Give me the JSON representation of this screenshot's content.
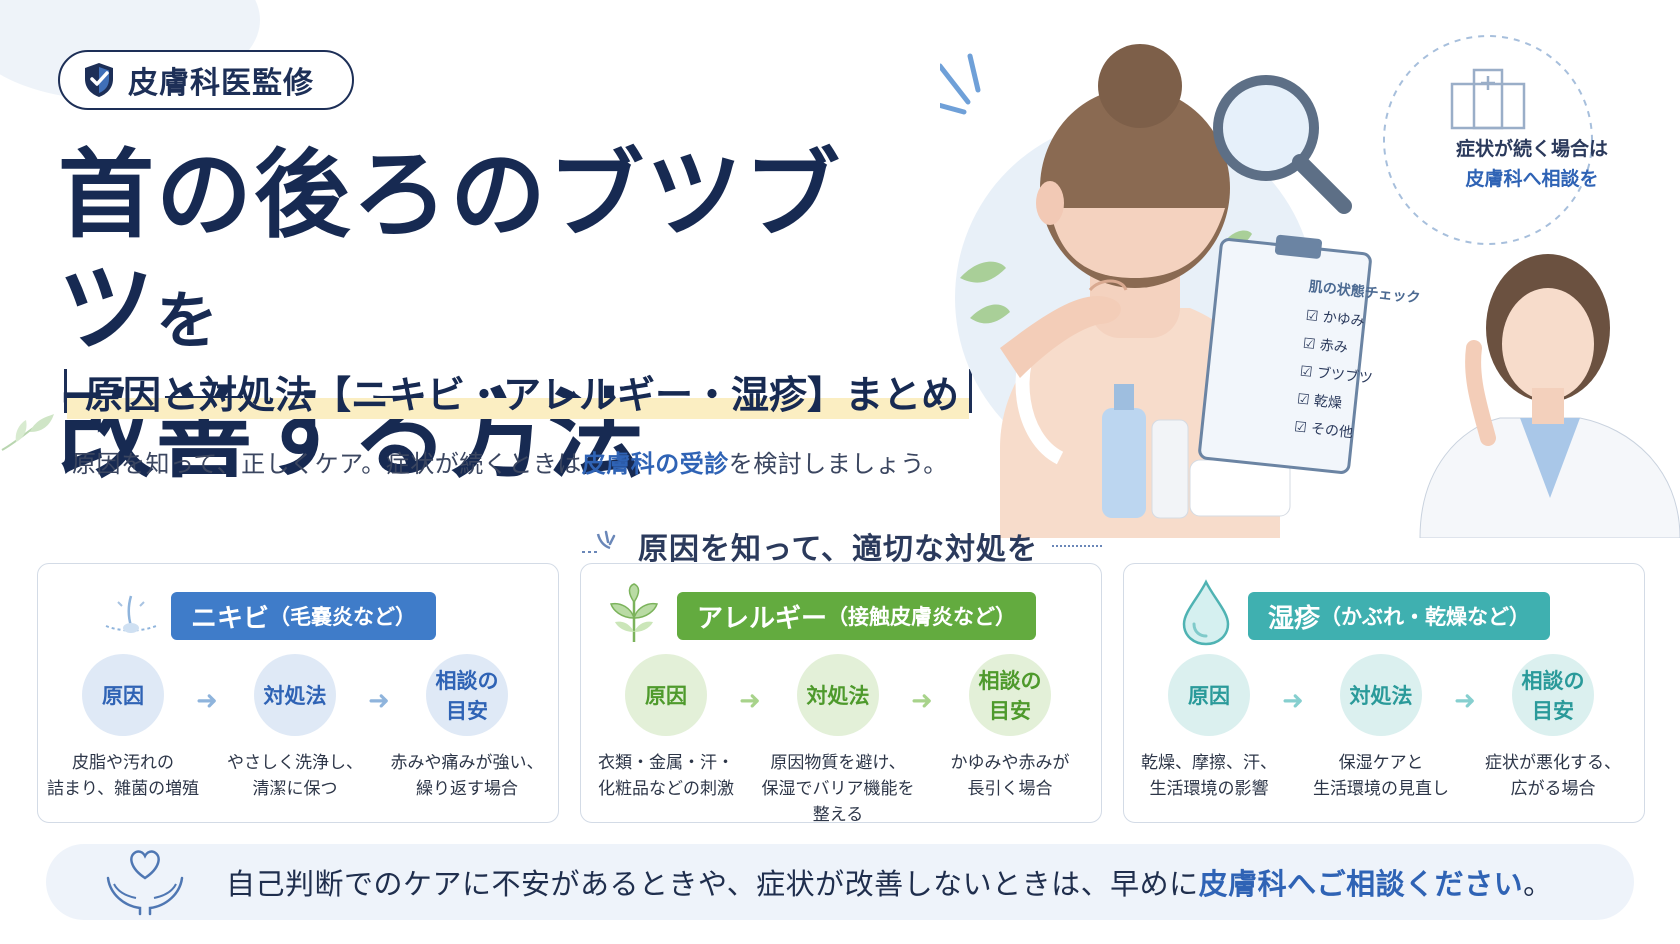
{
  "badge": {
    "label": "皮膚科医監修",
    "icon": "shield-check-icon"
  },
  "title": {
    "line1_main": "首の後ろのブツブツ",
    "line1_tail": "を",
    "line2": "改善する方法"
  },
  "subtitle": "原因と対処法【ニキビ・アレルギー・湿疹】まとめ",
  "lead": {
    "before": "原因を知って、正しくケア。症状が続くときは",
    "highlight": "皮膚科の受診",
    "after": "を検討しましょう。"
  },
  "illustration": {
    "consult_note": {
      "line1": "症状が続く場合は",
      "line2": "皮膚科へ相談を"
    },
    "checklist": {
      "title": "肌の状態チェック",
      "items": [
        "かゆみ",
        "赤み",
        "ブツブツ",
        "乾燥",
        "その他"
      ]
    }
  },
  "section_heading": "原因を知って、適切な対処を",
  "cards": [
    {
      "tag_main": "ニキビ",
      "tag_sub": "（毛嚢炎など）",
      "color": "#3f7cc9",
      "icon": "hair-follicle-icon",
      "steps": [
        {
          "label": "原因",
          "desc1": "皮脂や汚れの",
          "desc2": "詰まり、雑菌の増殖",
          "desc3": ""
        },
        {
          "label": "対処法",
          "desc1": "やさしく洗浄し、",
          "desc2": "清潔に保つ",
          "desc3": ""
        },
        {
          "label": "相談の目安",
          "desc1": "赤みや痛みが強い、",
          "desc2": "繰り返す場合",
          "desc3": ""
        }
      ]
    },
    {
      "tag_main": "アレルギー",
      "tag_sub": "（接触皮膚炎など）",
      "color": "#63ab3f",
      "icon": "leaf-icon",
      "steps": [
        {
          "label": "原因",
          "desc1": "衣類・金属・汗・",
          "desc2": "化粧品などの刺激",
          "desc3": ""
        },
        {
          "label": "対処法",
          "desc1": "原因物質を避け、",
          "desc2": "保湿でバリア機能を",
          "desc3": "整える"
        },
        {
          "label": "相談の目安",
          "desc1": "かゆみや赤みが",
          "desc2": "長引く場合",
          "desc3": ""
        }
      ]
    },
    {
      "tag_main": "湿疹",
      "tag_sub": "（かぶれ・乾燥など）",
      "color": "#3fb0b0",
      "icon": "water-drop-icon",
      "steps": [
        {
          "label": "原因",
          "desc1": "乾燥、摩擦、汗、",
          "desc2": "生活環境の影響",
          "desc3": ""
        },
        {
          "label": "対処法",
          "desc1": "保湿ケアと",
          "desc2": "生活環境の見直し",
          "desc3": ""
        },
        {
          "label": "相談の目安",
          "desc1": "症状が悪化する、",
          "desc2": "広がる場合",
          "desc3": ""
        }
      ]
    }
  ],
  "footer": {
    "before": "自己判断でのケアに不安があるときや、症状が改善しないときは、早めに",
    "highlight": "皮膚科へご相談ください",
    "after": "。",
    "icon": "heart-hands-icon"
  }
}
